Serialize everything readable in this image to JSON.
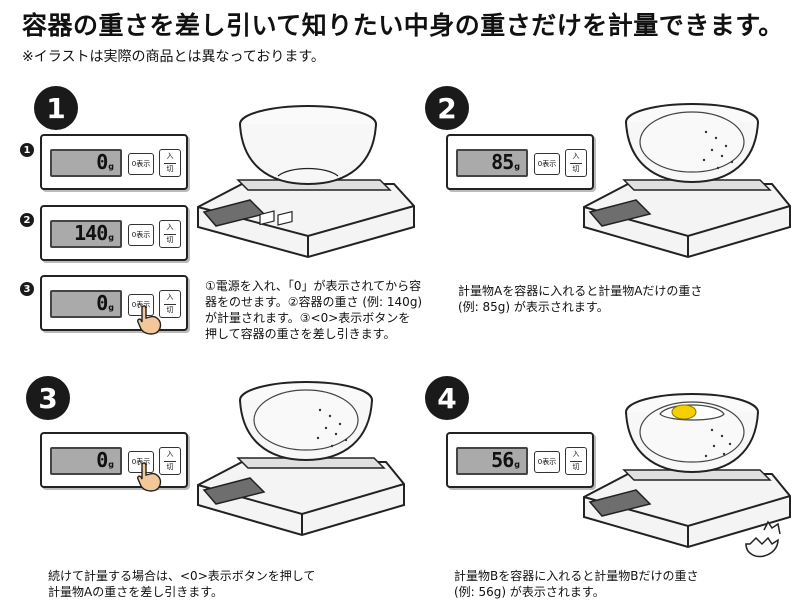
{
  "header": {
    "title": "容器の重さを差し引いて知りたい中身の重さだけを計量できます。",
    "subtitle": "※イラストは実際の商品とは異なっております。"
  },
  "buttons": {
    "zero": "0表示",
    "power_top": "入",
    "power_bottom": "切"
  },
  "unit": "g",
  "steps": [
    {
      "badge": "1",
      "sub_panels": [
        {
          "marker": "1",
          "value": "0"
        },
        {
          "marker": "2",
          "value": "140"
        },
        {
          "marker": "3",
          "value": "0"
        }
      ],
      "caption": [
        "①電源を入れ、「0」が表示されてから容",
        "器をのせます。②容器の重さ (例: 140g)",
        "が計量されます。③<0>表示ボタンを",
        "押して容器の重さを差し引きます。"
      ]
    },
    {
      "badge": "2",
      "value": "85",
      "caption": [
        "計量物Aを容器に入れると計量物Aだけの重さ",
        "(例: 85g) が表示されます。"
      ]
    },
    {
      "badge": "3",
      "value": "0",
      "caption": [
        "続けて計量する場合は、<0>表示ボタンを押して",
        "計量物Aの重さを差し引きます。"
      ]
    },
    {
      "badge": "4",
      "value": "56",
      "caption": [
        "計量物Bを容器に入れると計量物Bだけの重さ",
        "(例: 56g) が表示されます。"
      ]
    }
  ]
}
